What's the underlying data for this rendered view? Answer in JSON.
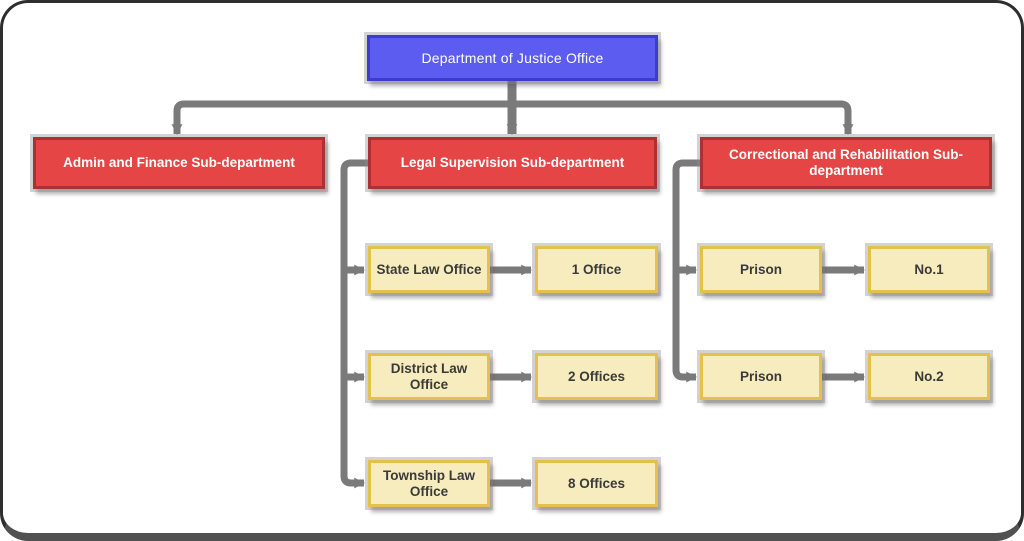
{
  "colors": {
    "root_fill": "#5d5cf1",
    "root_border": "#3d3ccd",
    "root_text": "#ffffff",
    "dept_fill": "#e64545",
    "dept_border": "#ab3232",
    "dept_text": "#ffffff",
    "leaf_fill": "#f7ecbe",
    "leaf_border": "#e2c24c",
    "leaf_text": "#3a3a3a",
    "connector": "#7a7a7a",
    "background": "#ffffff"
  },
  "org_chart": {
    "root": {
      "label": "Department of Justice Office"
    },
    "departments": [
      {
        "label": "Admin and Finance Sub-department",
        "children": []
      },
      {
        "label": "Legal Supervision Sub-department",
        "children": [
          {
            "label": "State Law Office",
            "detail": "1 Office"
          },
          {
            "label": "District Law Office",
            "detail": "2 Offices"
          },
          {
            "label": "Township Law Office",
            "detail": "8 Offices"
          }
        ]
      },
      {
        "label": "Correctional and Rehabilitation Sub-department",
        "children": [
          {
            "label": "Prison",
            "detail": "No.1"
          },
          {
            "label": "Prison",
            "detail": "No.2"
          }
        ]
      }
    ]
  }
}
